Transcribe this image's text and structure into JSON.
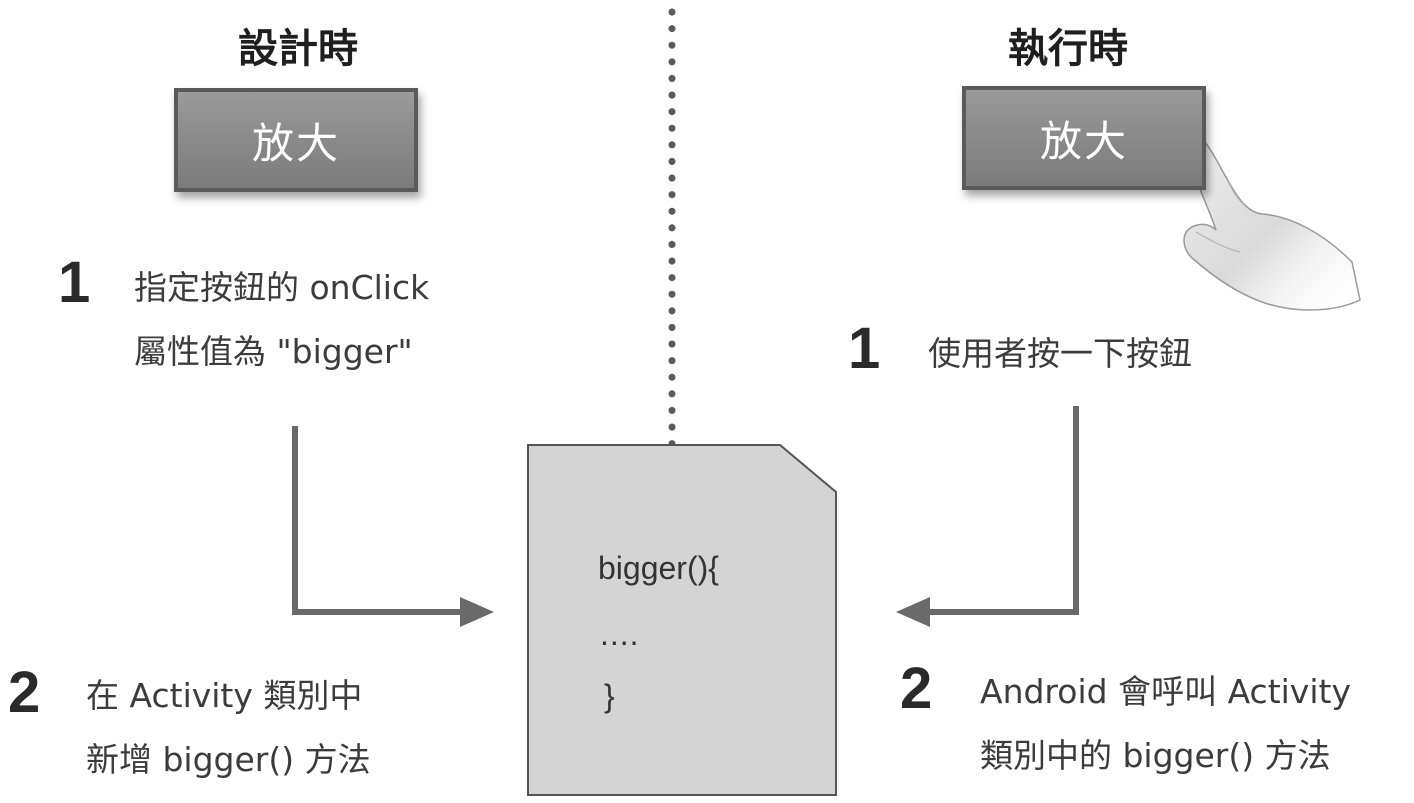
{
  "left": {
    "heading": "設計時",
    "button_label": "放大",
    "steps": [
      {
        "number": "1",
        "lines": [
          "指定按鈕的 onClick",
          "屬性值為 \"bigger\""
        ]
      },
      {
        "number": "2",
        "lines": [
          "在 Activity 類別中",
          "新增 bigger() 方法"
        ]
      }
    ]
  },
  "right": {
    "heading": "執行時",
    "button_label": "放大",
    "steps": [
      {
        "number": "1",
        "lines": [
          "使用者按一下按鈕"
        ]
      },
      {
        "number": "2",
        "lines": [
          "Android 會呼叫 Activity",
          "類別中的 bigger() 方法"
        ]
      }
    ]
  },
  "code_file": {
    "lines": [
      "bigger(){",
      "....",
      "}"
    ]
  },
  "colors": {
    "arrow": "#6a6a6a",
    "dots": "#5a5a5a",
    "button_fill": "#8c8c8c",
    "file_fill": "#d4d4d4"
  },
  "icons": {
    "pointer": "pointing-hand-icon"
  }
}
